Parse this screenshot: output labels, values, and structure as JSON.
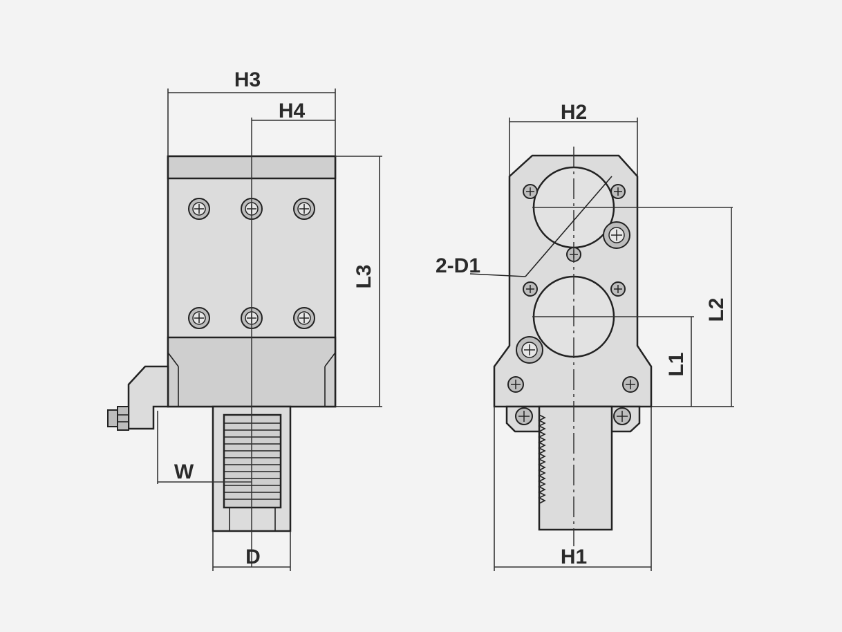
{
  "labels": {
    "h3": "H3",
    "h4": "H4",
    "l3": "L3",
    "w": "W",
    "d": "D",
    "h2": "H2",
    "d1": "2-D1",
    "l2": "L2",
    "l1": "L1",
    "h1": "H1"
  },
  "colors": {
    "background": "#f3f3f3",
    "body_fill": "#dcdcdc",
    "line": "#222222"
  }
}
